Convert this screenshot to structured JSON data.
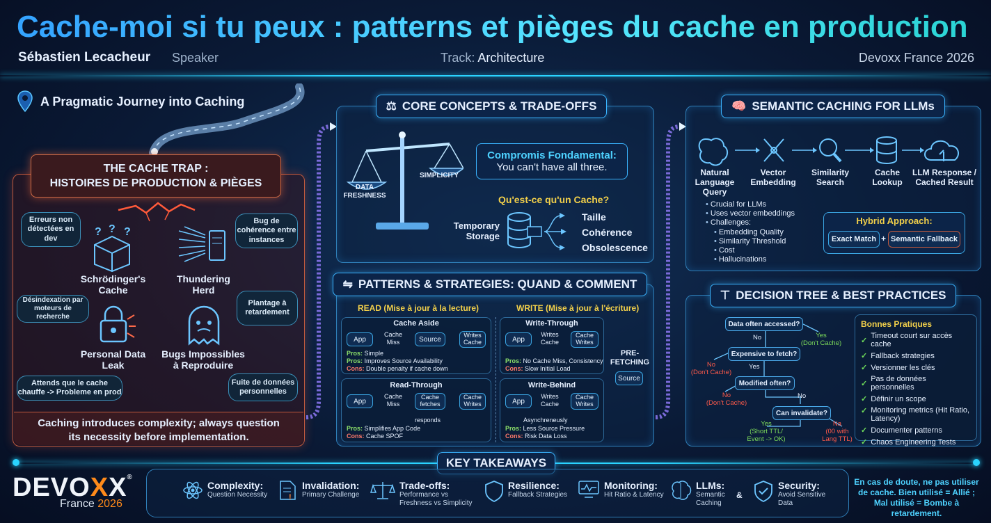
{
  "header": {
    "title": "Cache-moi si tu peux : patterns et pièges du cache en production",
    "speaker_name": "Sébastien Lecacheur",
    "speaker_role": "Speaker",
    "track_label": "Track:",
    "track_value": "Architecture",
    "event": "Devoxx France 2026"
  },
  "journey": {
    "label": "A Pragmatic Journey into Caching"
  },
  "trap": {
    "title_line1": "THE CACHE TRAP :",
    "title_line2": "HISTOIRES DE PRODUCTION & PIÈGES",
    "items": [
      {
        "label_l1": "Schrödinger's",
        "label_l2": "Cache",
        "bubble": "Erreurs non détectées en dev"
      },
      {
        "label_l1": "Thundering",
        "label_l2": "Herd",
        "bubble": "Bug de cohérence entre instances"
      },
      {
        "label_l1": "Personal Data",
        "label_l2": "Leak",
        "bubble": "Désindexation par moteurs de recherche"
      },
      {
        "label_l1": "Bugs Impossibles",
        "label_l2": "à Reproduire",
        "bubble": "Plantage à retardement"
      }
    ],
    "bubble_bottom_left": "Attends que le cache chauffe -> Probleme en prod",
    "bubble_bottom_right": "Fuite de données personnelles",
    "footer_l1": "Caching introduces complexity; always question",
    "footer_l2": "its necessity before implementation."
  },
  "core": {
    "tag": "CORE CONCEPTS & TRADE-OFFS",
    "data_freshness_l1": "DATA",
    "data_freshness_l2": "FRESHNESS",
    "simplicity": "SIMPLICITY",
    "compromis_title": "Compromis Fondamental:",
    "compromis_text": "You can't have all three.",
    "question": "Qu'est-ce qu'un Cache?",
    "storage_l1": "Temporary",
    "storage_l2": "Storage",
    "props": [
      "Taille",
      "Cohérence",
      "Obsolescence"
    ]
  },
  "patterns": {
    "tag": "PATTERNS & STRATEGIES: QUAND & COMMENT",
    "read_heading": "READ (Mise à jour à la lecture)",
    "write_heading": "WRITE (Mise à jour à l'écriture)",
    "prefetch_l1": "PRE-",
    "prefetch_l2": "FETCHING",
    "prefetch_source": "Source",
    "cache_aside": {
      "title": "Cache Aside",
      "app": "App",
      "edge": "Cache\nMiss",
      "source": "Source",
      "writes": "Writes\nCache",
      "pros1_label": "Pros:",
      "pros1": "Simple",
      "pros2_label": "Pros:",
      "pros2": "Improves Source Availability",
      "cons_label": "Cons:",
      "cons": "Double penalty if cache down"
    },
    "read_through": {
      "title": "Read-Through",
      "app": "App",
      "edge": "Cache\nMiss",
      "fetch": "Cache\nfetches",
      "writes": "Cache\nWrites",
      "responds": "responds",
      "pros_label": "Pros:",
      "pros": "Simplifies App Code",
      "cons_label": "Cons:",
      "cons": "Cache SPOF"
    },
    "write_through": {
      "title": "Write-Through",
      "app": "App",
      "edge": "Writes\nCache",
      "writes": "Cache\nWrites",
      "pros_label": "Pros:",
      "pros": "No Cache Miss, Consistency",
      "cons_label": "Cons:",
      "cons": "Slow Initial Load"
    },
    "write_behind": {
      "title": "Write-Behind",
      "app": "App",
      "edge": "Writes\nCache",
      "writes": "Cache\nWrites",
      "async": "Asynchreneusly",
      "pros_label": "Pros:",
      "pros": "Less Source Pressure",
      "cons_label": "Cons:",
      "cons": "Risk Data Loss"
    }
  },
  "semantic": {
    "tag": "SEMANTIC CACHING FOR LLMs",
    "steps": [
      {
        "l1": "Natural",
        "l2": "Language",
        "l3": "Query"
      },
      {
        "l1": "Vector",
        "l2": "Embedding",
        "l3": ""
      },
      {
        "l1": "Similarity",
        "l2": "Search",
        "l3": ""
      },
      {
        "l1": "Cache",
        "l2": "Lookup",
        "l3": ""
      },
      {
        "l1": "LLM Response /",
        "l2": "Cached Result",
        "l3": ""
      }
    ],
    "bullets": [
      "Crucial for LLMs",
      "Uses vector embeddings",
      "Challenges:"
    ],
    "challenges": [
      "Embedding Quality",
      "Similarity Threshold",
      "Cost",
      "Hallucinations"
    ],
    "hybrid_title": "Hybrid Approach:",
    "exact": "Exact Match",
    "plus": "+",
    "fallback": "Semantic Fallback"
  },
  "decision": {
    "tag": "DECISION TREE & BEST PRACTICES",
    "q1": "Data often accessed?",
    "q2": "Expensive to fetch?",
    "q3": "Modified often?",
    "q4": "Can invalidate?",
    "no": "No",
    "yes": "Yes",
    "yes_dont_l1": "Yes",
    "yes_dont_l2": "(Don't Cache)",
    "no_dont_l1": "No",
    "no_dont_l2": "(Don't Cache)",
    "yes_short_l1": "Yes",
    "yes_short_l2": "(Short TTL/",
    "yes_short_l3": "Event -> OK)",
    "no_long_l1": "Na",
    "no_long_l2": "(00 with",
    "no_long_l3": "Lang TTL)",
    "bp_title": "Bonnes Pratiques",
    "bp_items": [
      "Timeout court sur accès cache",
      "Fallback strategies",
      "Versionner les clés",
      "Pas de données personnelles",
      "Définir un scope",
      "Monitoring metrics (Hit Ratio,",
      "Documenter patterns",
      "Chaos Engineering Tests"
    ],
    "bp_item6_cont": "Latency)"
  },
  "takeaways": {
    "tag": "KEY TAKEAWAYS",
    "items": [
      {
        "title": "Complexity:",
        "sub1": "Question Necessity",
        "sub2": ""
      },
      {
        "title": "Invalidation:",
        "sub1": "Primary Challenge",
        "sub2": ""
      },
      {
        "title": "Trade-offs:",
        "sub1": "Performance vs",
        "sub2": "Freshness vs Simplicity"
      },
      {
        "title": "Resilience:",
        "sub1": "Fallback Strategies",
        "sub2": ""
      },
      {
        "title": "Monitoring:",
        "sub1": "Hit Ratio & Latency",
        "sub2": ""
      },
      {
        "title": "LLMs:",
        "sub1": "Semantic",
        "sub2": "Caching"
      },
      {
        "title": "Security:",
        "sub1": "Avoid Sensitive",
        "sub2": "Data"
      }
    ],
    "amp": "&",
    "closing_l1": "En cas de doute, ne pas utiliser",
    "closing_l2": "de cache. Bien utilisé = Allié ;",
    "closing_l3": "Mal utilisé = Bombe à retardement."
  },
  "logo": {
    "brand_pre": "DEVO",
    "brand_x": "X",
    "brand_post": "X",
    "reg": "®",
    "sub_pre": "France",
    "sub_year": "2026"
  },
  "colors": {
    "accent": "#2ad4ff",
    "trap": "#c15a3e",
    "pros": "#8ce06a",
    "cons": "#ff7a6a",
    "logo_x": "#ff8a1a"
  }
}
